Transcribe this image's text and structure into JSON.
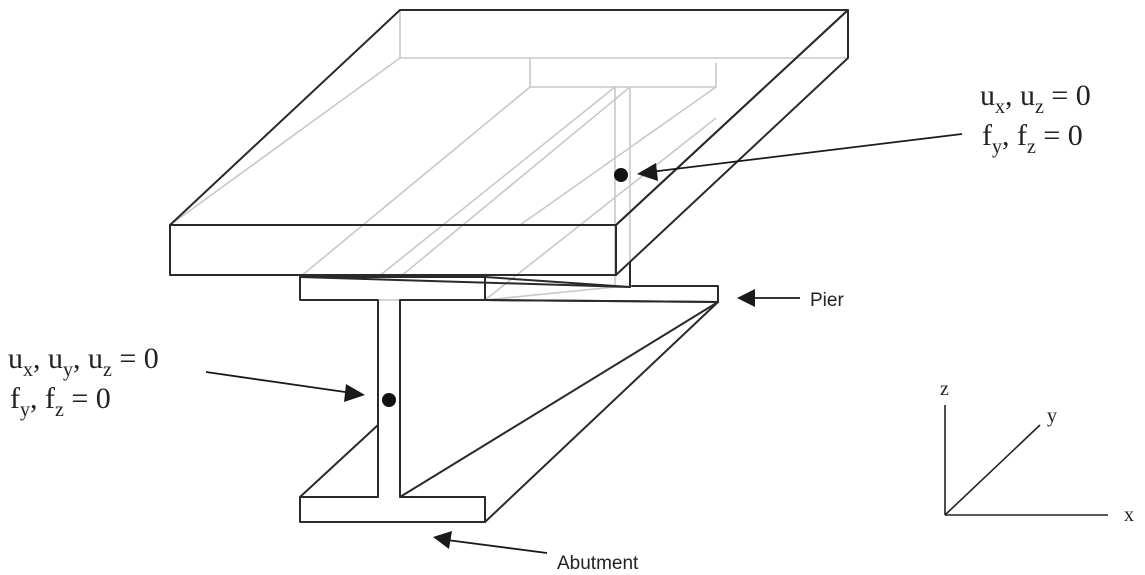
{
  "labels": {
    "pier": "Pier",
    "abutment": "Abutment"
  },
  "constraints": {
    "pier_side": {
      "line1": {
        "a": "u",
        "a_sub": "x",
        "sep1": ", ",
        "b": "u",
        "b_sub": "z",
        "eq": " = 0"
      },
      "line2": {
        "a": "f",
        "a_sub": "y",
        "sep1": ", ",
        "b": "f",
        "b_sub": "z",
        "eq": " = 0"
      }
    },
    "abutment_side": {
      "line1": {
        "a": "u",
        "a_sub": "x",
        "sep1": ", ",
        "b": "u",
        "b_sub": "y",
        "sep2": ", ",
        "c": "u",
        "c_sub": "z",
        "eq": " = 0"
      },
      "line2": {
        "a": "f",
        "a_sub": "y",
        "sep1": ", ",
        "b": "f",
        "b_sub": "z",
        "eq": " = 0"
      }
    }
  },
  "axes": {
    "x": "x",
    "y": "y",
    "z": "z"
  },
  "colors": {
    "edge": "#2a2a2a",
    "hidden_edge": "#c8c8c8",
    "background": "#ffffff"
  }
}
